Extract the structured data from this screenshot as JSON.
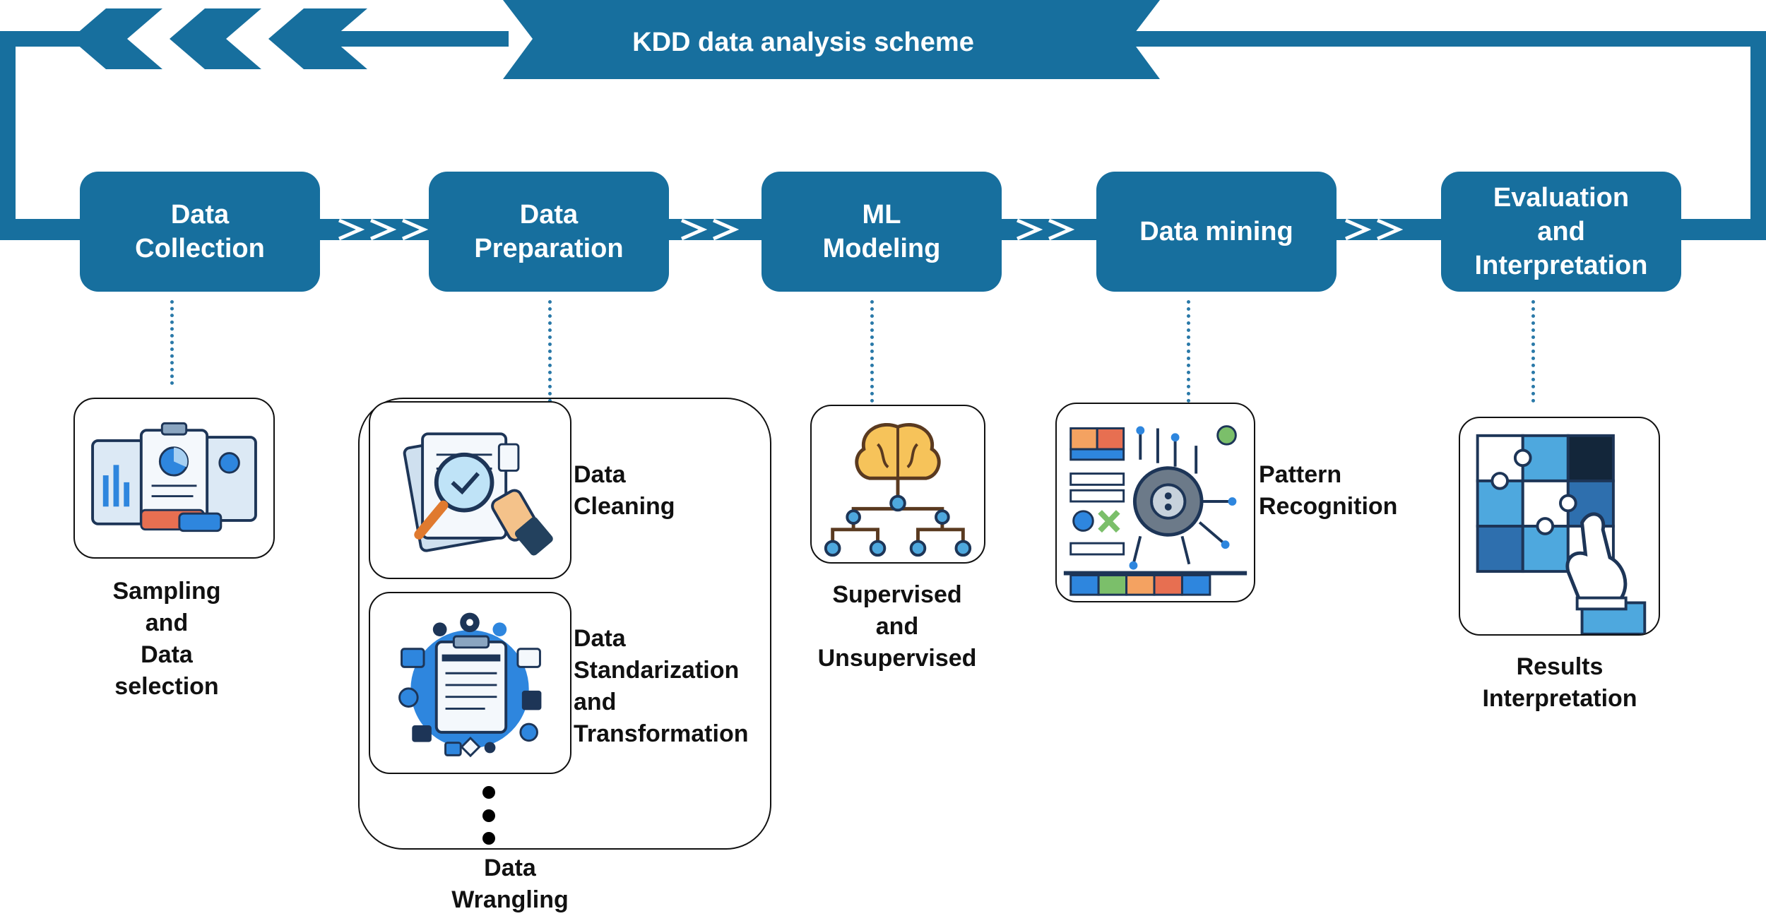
{
  "title": "KDD data analysis scheme",
  "colors": {
    "primary": "#176f9e",
    "text": "#111111"
  },
  "stages": [
    {
      "id": "collection",
      "lines": [
        "Data",
        "Collection"
      ]
    },
    {
      "id": "preparation",
      "lines": [
        "Data",
        "Preparation"
      ]
    },
    {
      "id": "ml-modeling",
      "lines": [
        "ML",
        "Modeling"
      ]
    },
    {
      "id": "data-mining",
      "lines": [
        "Data mining"
      ]
    },
    {
      "id": "evaluation",
      "lines": [
        "Evaluation",
        "and",
        "Interpretation"
      ]
    }
  ],
  "captions": {
    "sampling": [
      "Sampling",
      "and",
      "Data",
      "selection"
    ],
    "wrangling": [
      "Data",
      "Wrangling"
    ],
    "supervised": [
      "Supervised",
      "and",
      "Unsupervised"
    ],
    "results": [
      "Results",
      "Interpretation"
    ]
  },
  "side_labels": {
    "cleaning": [
      "Data",
      "Cleaning"
    ],
    "standardization": [
      "Data",
      "Standarization",
      "and",
      "Transformation"
    ],
    "pattern": [
      "Pattern",
      "Recognition"
    ]
  },
  "icons": {
    "sampling": "clipboard-reports-icon",
    "cleaning": "magnifier-documents-icon",
    "standardization": "standardization-document-icon",
    "supervised": "brain-tree-icon",
    "pattern": "gear-circuit-puzzle-icon",
    "results": "puzzle-hand-icon"
  }
}
